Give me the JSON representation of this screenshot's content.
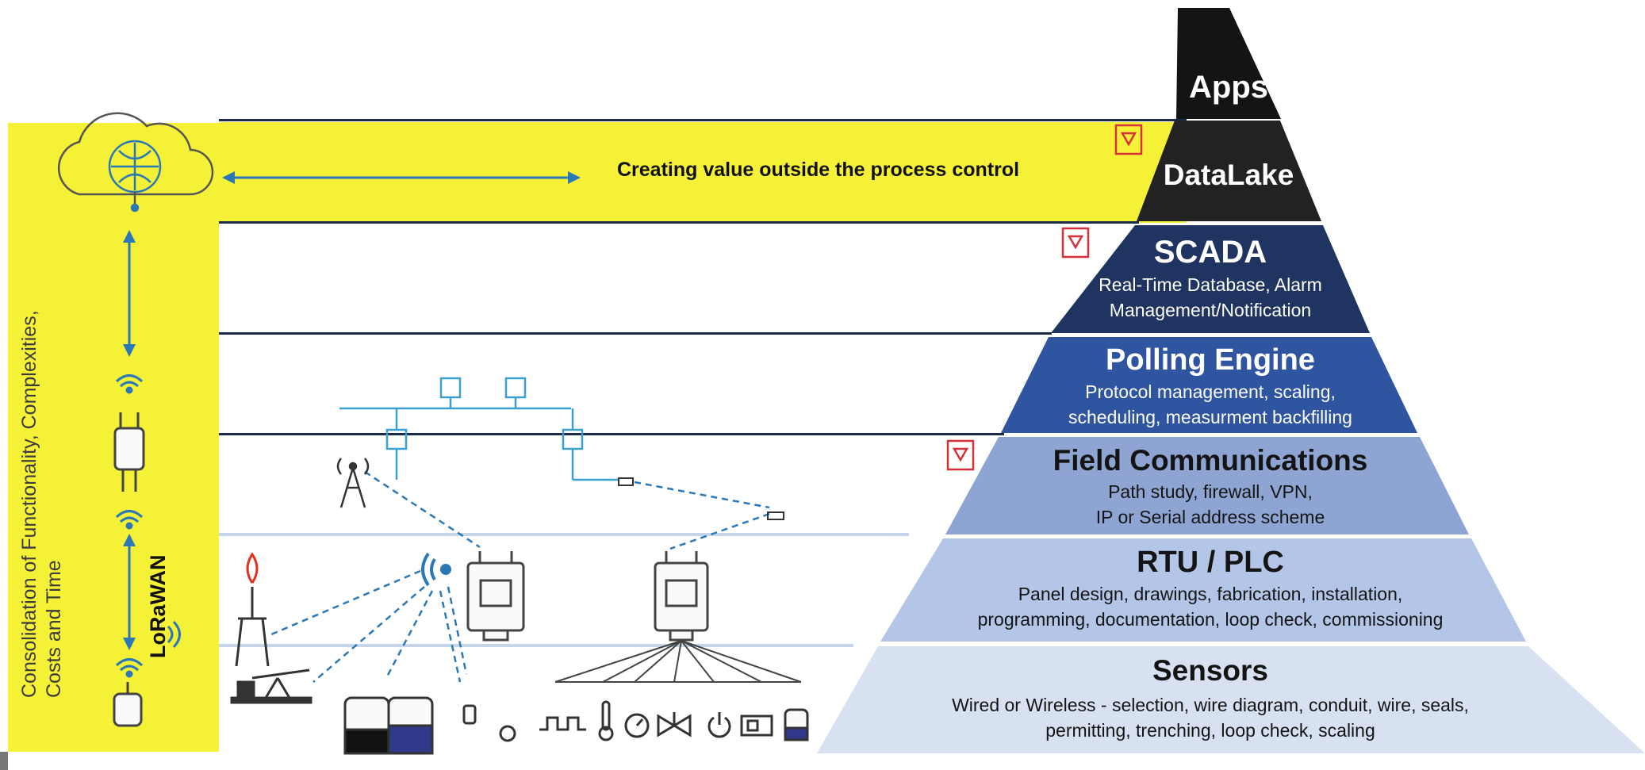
{
  "pyramid": {
    "layers": [
      {
        "title": "Apps",
        "subtitle": []
      },
      {
        "title": "DataLake",
        "subtitle": []
      },
      {
        "title": "SCADA",
        "subtitle": [
          "Real-Time Database, Alarm",
          "Management/Notification"
        ]
      },
      {
        "title": "Polling Engine",
        "subtitle": [
          "Protocol management, scaling,",
          "scheduling, measurment backfilling"
        ]
      },
      {
        "title": "Field Communications",
        "subtitle": [
          "Path study, firewall, VPN,",
          "IP or Serial address scheme"
        ]
      },
      {
        "title": "RTU / PLC",
        "subtitle": [
          "Panel design, drawings, fabrication, installation,",
          "programming, documentation, loop check, commissioning"
        ]
      },
      {
        "title": "Sensors",
        "subtitle": [
          "Wired or Wireless -  selection, wire diagram, conduit, wire, seals,",
          "permitting, trenching, loop check, scaling"
        ]
      }
    ],
    "colors": {
      "apps": "#141414",
      "datalake": "#222222",
      "scada": "#1f3461",
      "polling": "#2f55a0",
      "field": "#8ea5d3",
      "rtu": "#b4c6e7",
      "sensors": "#d8e1f1",
      "highlight": "#f5f137"
    }
  },
  "left_panel": {
    "side_label": "Consolidation of Functionality, Complexities, Costs and Time",
    "lorawan_label": "LoRaWAN"
  },
  "banner": {
    "text": "Creating value outside the process control"
  },
  "icons": [
    "cloud-network-icon",
    "lorawan-gateway-icon",
    "lorawan-sensor-icon",
    "wifi-signal-icon",
    "cell-tower-icon",
    "radio-icon",
    "wireless-broadcast-icon",
    "rtu-box-icon",
    "plc-box-icon",
    "flare-stack-icon",
    "pumpjack-icon",
    "storage-tank-icon",
    "pressure-gauge-icon",
    "thermometer-icon",
    "valve-icon",
    "power-icon",
    "flow-meter-icon",
    "level-sensor-icon",
    "square-wave-icon",
    "alert-tag-icon"
  ]
}
